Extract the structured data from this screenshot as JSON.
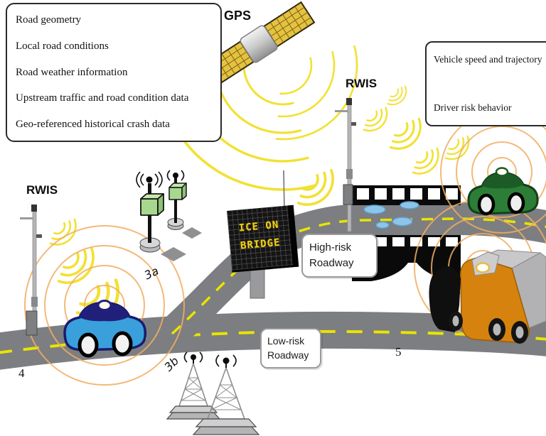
{
  "figure": {
    "description": "Connected vehicle and road weather information system diagram",
    "background": "#ffffff"
  },
  "left_info_box": {
    "items": [
      "Road geometry",
      "Local road conditions",
      "Road weather information",
      "Upstream traffic and road condition data",
      "Geo-referenced historical crash data"
    ]
  },
  "right_info_box": {
    "items": [
      "Vehicle speed and trajectory",
      "Driver risk behavior"
    ]
  },
  "labels": {
    "gps": "GPS",
    "rwis_left": "RWIS",
    "rwis_right": "RWIS",
    "high_risk_line1": "High-risk",
    "high_risk_line2": "Roadway",
    "low_risk_line1": "Low-risk",
    "low_risk_line2": "Roadway",
    "marker_3a": "3a",
    "marker_3b": "3b",
    "marker_4": "4",
    "marker_5": "5"
  },
  "message_sign": {
    "line1": "ICE ON",
    "line2": "BRIDGE"
  },
  "colors": {
    "road_gray": "#7c7e81",
    "lane_yellow": "#e8e400",
    "signal_yellow": "#f2e132",
    "signal_orange": "#f2ad62",
    "bridge_black": "#0a0a0a",
    "rsu_green": "#a8d88f",
    "car_blue": "#3aa0dc",
    "car_green": "#2c7d36",
    "truck_orange": "#d5830e",
    "sign_text_yellow": "#f2cf15",
    "ice_blue": "#8ec4e8"
  }
}
